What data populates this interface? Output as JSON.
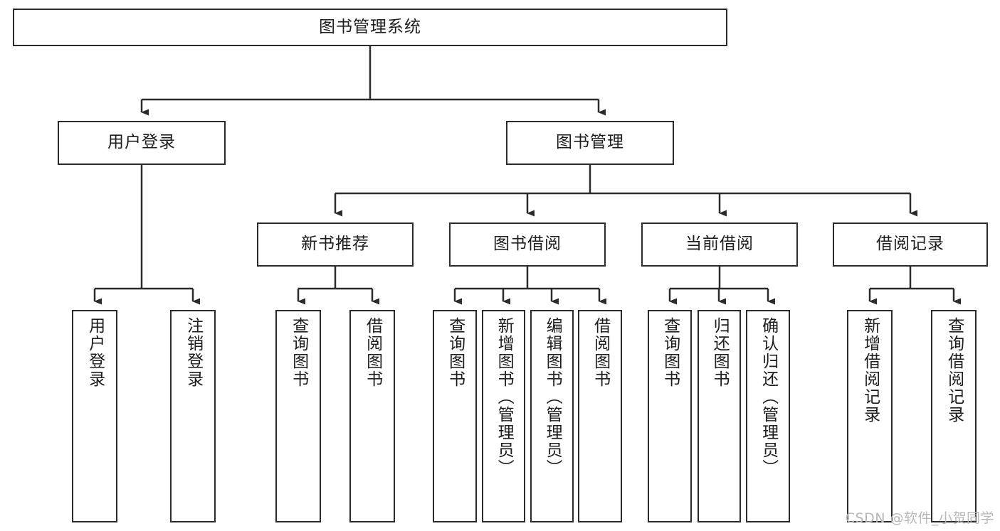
{
  "diagram": {
    "title": "图书管理系统",
    "type": "tree-hierarchy-chart",
    "colors": {
      "stroke": "#2b2b2b",
      "fill": "#ffffff",
      "text": "#1d1d1d",
      "watermark": "#b8b8b8"
    },
    "root": {
      "label": "图书管理系统"
    },
    "level2": [
      {
        "label": "用户登录"
      },
      {
        "label": "图书管理"
      }
    ],
    "level3": [
      {
        "label": "新书推荐"
      },
      {
        "label": "图书借阅"
      },
      {
        "label": "当前借阅"
      },
      {
        "label": "借阅记录"
      }
    ],
    "leaves": {
      "user_login": [
        {
          "label": "用户登录"
        },
        {
          "label": "注销登录"
        }
      ],
      "new_book_recommend": [
        {
          "label": "查询图书"
        },
        {
          "label": "借阅图书"
        }
      ],
      "book_borrow": [
        {
          "label": "查询图书"
        },
        {
          "label": "新增图书（管理员）"
        },
        {
          "label": "编辑图书（管理员）"
        },
        {
          "label": "借阅图书"
        }
      ],
      "current_borrow": [
        {
          "label": "查询图书"
        },
        {
          "label": "归还图书"
        },
        {
          "label": "确认归还（管理员）"
        }
      ],
      "borrow_record": [
        {
          "label": "新增借阅记录"
        },
        {
          "label": "查询借阅记录"
        }
      ]
    },
    "watermark": "CSDN @软件_小贺同学"
  }
}
